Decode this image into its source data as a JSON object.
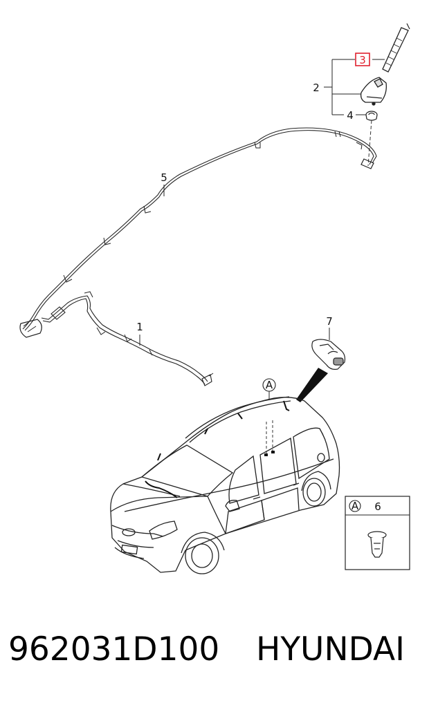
{
  "callouts": {
    "c1": "1",
    "c2": "2",
    "c3": "3",
    "c4": "4",
    "c5": "5",
    "c6": "6",
    "c7": "7",
    "ref_a": "A",
    "inset_ref": "A"
  },
  "highlight_color": "#e0212e",
  "caption": {
    "part_number": "962031D100",
    "brand": "HYUNDAI"
  }
}
